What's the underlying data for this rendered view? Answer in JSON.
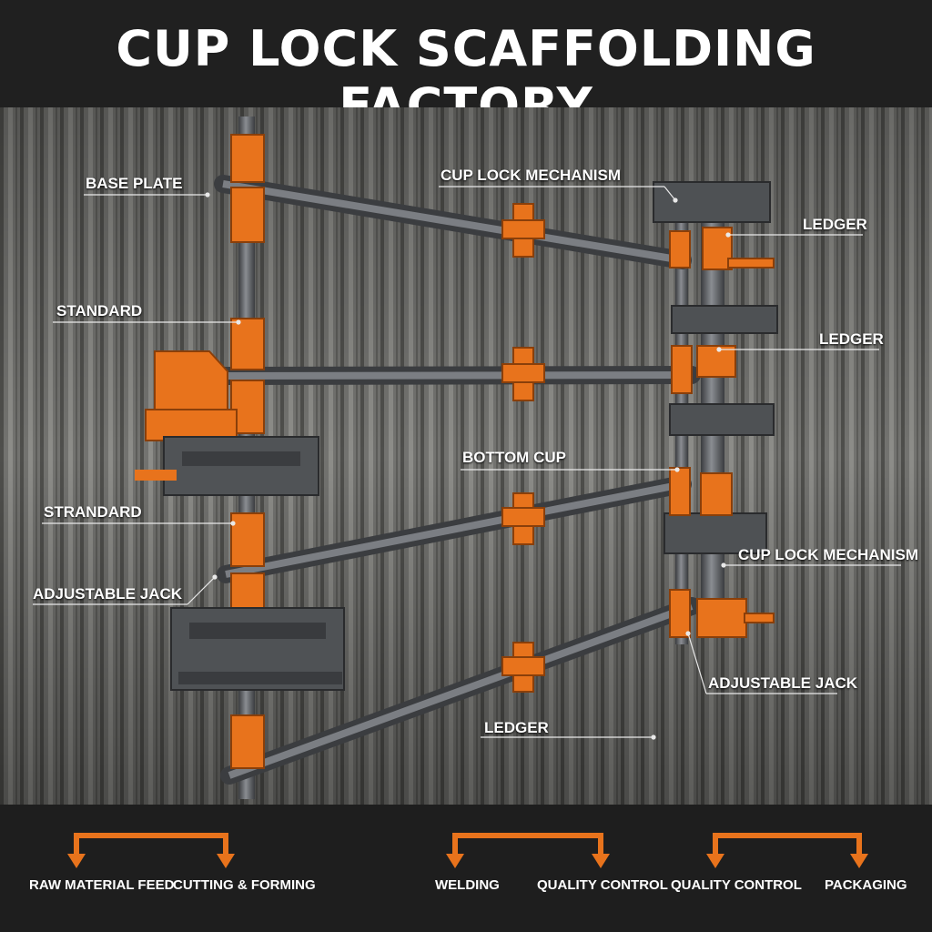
{
  "title": "CUP LOCK SCAFFOLDING FACTORY",
  "labels": {
    "base_plate": "BASE PLATE",
    "cup_lock_mechanism_top": "CUP LOCK MECHANISM",
    "ledger_1": "LEDGER",
    "standard": "STANDARD",
    "ledger_2": "LEDGER",
    "bottom_cup": "BOTTOM CUP",
    "strandard": "STRANDARD",
    "cup_lock_mechanism_right": "CUP LOCK MECHANISM",
    "adjustable_jack_left": "ADJUSTABLE JACK",
    "adjustable_jack_right": "ADJUSTABLE JACK",
    "ledger_bottom": "LEDGER"
  },
  "process_steps": [
    "RAW MATERIAL FEED",
    "CUTTING & FORMING",
    "WELDING",
    "QUALITY CONTROL",
    "QUALITY CONTROL",
    "PACKAGING"
  ],
  "colors": {
    "accent": "#e8731c",
    "steel": "#5c5f63",
    "background_wall": "#6f6f6c",
    "header_bg": "#202020",
    "text": "#ffffff"
  }
}
